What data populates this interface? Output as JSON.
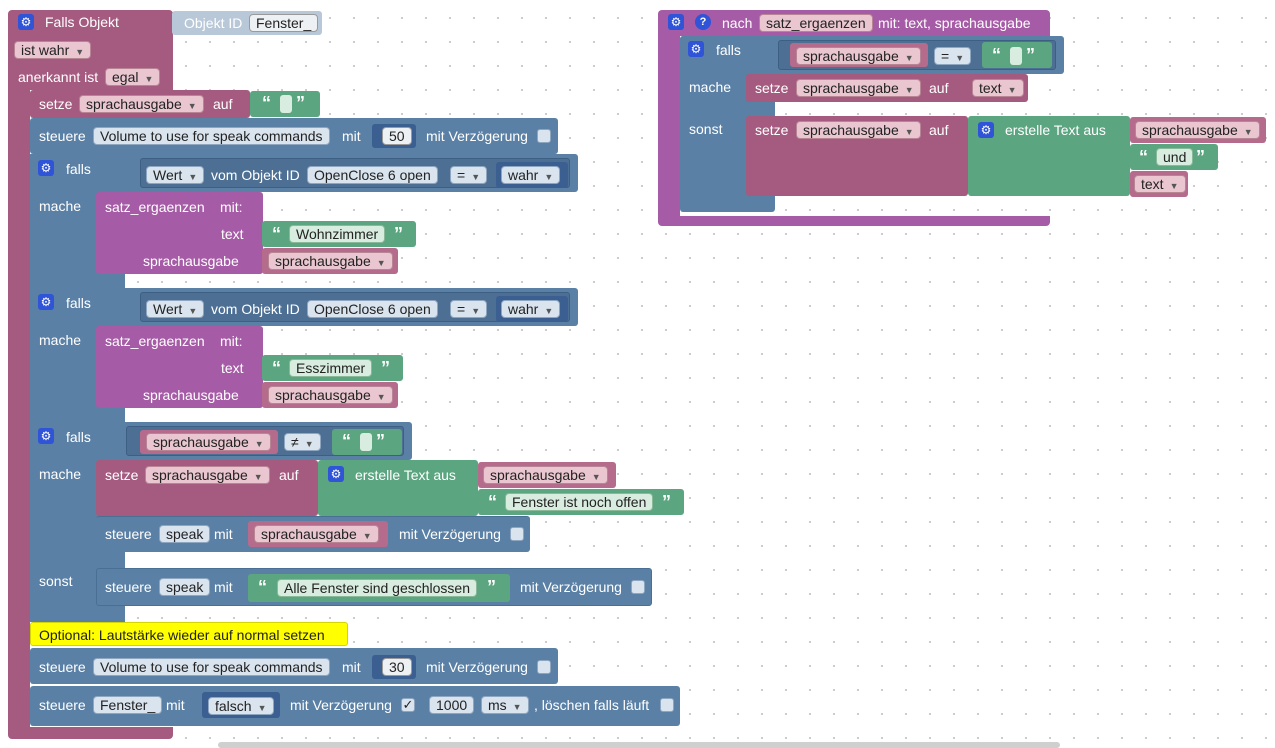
{
  "main": {
    "trigger": {
      "title": "Falls Objekt",
      "objekt_label": "Objekt ID",
      "objekt_value": "Fenster_",
      "istwahr": "ist wahr",
      "anerkannt": "anerkannt ist",
      "egal": "egal"
    },
    "set1": {
      "setze": "setze",
      "var": "sprachausgabe",
      "auf": "auf"
    },
    "vol1": {
      "steuere": "steuere",
      "target": "Volume to use for speak commands",
      "mit": "mit",
      "value": "50",
      "delay": "mit Verzögerung"
    },
    "if1": {
      "falls": "falls",
      "wert": "Wert",
      "vom": "vom Objekt ID",
      "obj": "OpenClose 6 open",
      "op": "=",
      "val": "wahr",
      "mache": "mache",
      "call": "satz_ergaenzen",
      "callmit": "mit:",
      "text": "text",
      "textval": "Wohnzimmer",
      "sp": "sprachausgabe",
      "spval": "sprachausgabe"
    },
    "if2": {
      "falls": "falls",
      "wert": "Wert",
      "vom": "vom Objekt ID",
      "obj": "OpenClose 6 open",
      "op": "=",
      "val": "wahr",
      "mache": "mache",
      "call": "satz_ergaenzen",
      "callmit": "mit:",
      "text": "text",
      "textval": "Esszimmer",
      "sp": "sprachausgabe",
      "spval": "sprachausgabe"
    },
    "if3": {
      "falls": "falls",
      "var": "sprachausgabe",
      "op": "≠",
      "mache": "mache",
      "setze": "setze",
      "setvar": "sprachausgabe",
      "auf": "auf",
      "erstelle": "erstelle Text aus",
      "item1": "sprachausgabe",
      "item2": "Fenster ist noch offen",
      "steuere": "steuere",
      "speak": "speak",
      "mit": "mit",
      "spvar": "sprachausgabe",
      "delay": "mit Verzögerung",
      "sonst": "sonst",
      "text2": "Alle Fenster sind geschlossen"
    },
    "comment": "Optional: Lautstärke wieder auf normal setzen",
    "vol2": {
      "steuere": "steuere",
      "target": "Volume to use for speak commands",
      "mit": "mit",
      "value": "30",
      "delay": "mit Verzögerung"
    },
    "last": {
      "steuere": "steuere",
      "target": "Fenster_",
      "mit": "mit",
      "value": "falsch",
      "delay": "mit Verzögerung",
      "check": "✓",
      "ms_value": "1000",
      "ms": "ms",
      "loeschen": ", löschen falls läuft"
    }
  },
  "func": {
    "nach": "nach",
    "name": "satz_ergaenzen",
    "params": "mit: text, sprachausgabe",
    "falls": "falls",
    "var": "sprachausgabe",
    "op": "=",
    "mache": "mache",
    "setze": "setze",
    "setvar": "sprachausgabe",
    "auf": "auf",
    "textvar": "text",
    "sonst": "sonst",
    "erstelle": "erstelle Text aus",
    "item1": "sprachausgabe",
    "item2": "und",
    "item3": "text"
  },
  "colors": {
    "event": "#a55b80",
    "control": "#5b80a5",
    "text": "#5ba580",
    "procedure": "#a55ba5",
    "comment": "#ffff00"
  }
}
